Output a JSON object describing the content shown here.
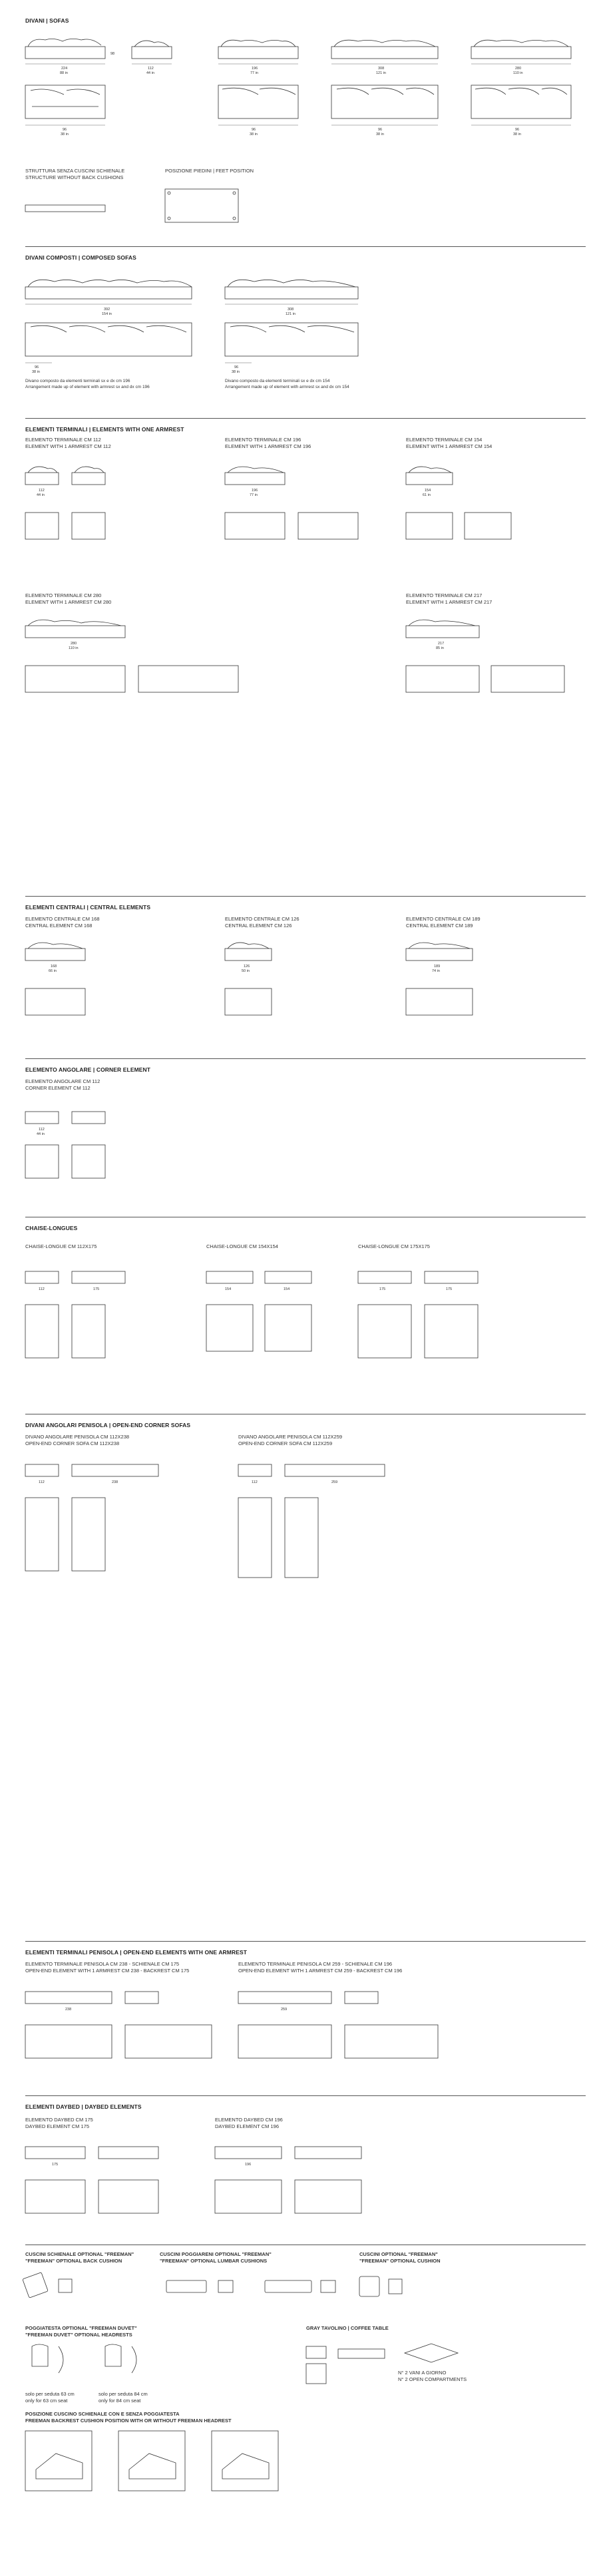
{
  "sections": [
    {
      "id": "sofas",
      "title": "DIVANI | SOFAS"
    },
    {
      "id": "composed",
      "title": "DIVANI COMPOSTI | COMPOSED SOFAS"
    },
    {
      "id": "terminal",
      "title": "ELEMENTI TERMINALI | ELEMENTS WITH ONE ARMREST"
    },
    {
      "id": "central",
      "title": "ELEMENTI CENTRALI | CENTRAL ELEMENTS"
    },
    {
      "id": "corner",
      "title": "ELEMENTO ANGOLARE | CORNER ELEMENT"
    },
    {
      "id": "chaise",
      "title": "CHAISE-LONGUES"
    },
    {
      "id": "openend",
      "title": "DIVANI ANGOLARI PENISOLA | OPEN-END CORNER SOFAS"
    },
    {
      "id": "terminal_pen",
      "title": "ELEMENTI TERMINALI PENISOLA | OPEN-END ELEMENTS WITH ONE ARMREST"
    },
    {
      "id": "daybed",
      "title": "ELEMENTI DAYBED | DAYBED ELEMENTS"
    }
  ],
  "sofas": {
    "structure_note": [
      "STRUTTURA SENZA CUSCINI SCHIENALE",
      "STRUCTURE WITHOUT BACK CUSHIONS"
    ],
    "feet_note": "POSIZIONE PIEDINI | FEET POSITION",
    "items": [
      {
        "w": "224",
        "w_in": "88 in",
        "h": "98",
        "d": "96",
        "d_in": "38 in"
      },
      {
        "w": "112",
        "w_in": "44 in"
      },
      {
        "w": "196",
        "w_in": "77 in",
        "d": "96",
        "d_in": "38 in"
      },
      {
        "w": "308",
        "w_in": "121 in",
        "d": "96",
        "d_in": "38 in"
      },
      {
        "w": "280",
        "w_in": "110 in",
        "d": "96",
        "d_in": "38 in"
      }
    ]
  },
  "composed": {
    "items": [
      {
        "w": "392",
        "w_in": "154 in",
        "d": "96",
        "d_in": "38 in",
        "note": [
          "Divano composto da elementi terminali sx e dx cm 196",
          "Arrangement made up of element with armrest sx and dx cm 196"
        ]
      },
      {
        "w": "308",
        "w_in": "121 in",
        "d": "96",
        "d_in": "38 in",
        "note": [
          "Divano composto da elementi terminali sx e dx cm 154",
          "Arrangement made up of element with armrest sx and dx cm 154"
        ]
      }
    ]
  },
  "terminal": {
    "items": [
      {
        "it": "ELEMENTO TERMINALE CM 112",
        "en": "ELEMENT WITH 1 ARMREST CM 112",
        "w": "112",
        "w_in": "44 in"
      },
      {
        "it": "ELEMENTO TERMINALE CM 196",
        "en": "ELEMENT WITH 1 ARMREST CM 196",
        "w": "196",
        "w_in": "77 in"
      },
      {
        "it": "ELEMENTO TERMINALE CM 154",
        "en": "ELEMENT WITH 1 ARMREST CM 154",
        "w": "154",
        "w_in": "61 in"
      },
      {
        "it": "ELEMENTO TERMINALE CM 280",
        "en": "ELEMENT WITH 1 ARMREST CM 280",
        "w": "280",
        "w_in": "110 in"
      },
      {
        "it": "ELEMENTO TERMINALE CM 217",
        "en": "ELEMENT WITH 1 ARMREST CM 217",
        "w": "217",
        "w_in": "85 in"
      }
    ]
  },
  "central": {
    "items": [
      {
        "it": "ELEMENTO CENTRALE CM 168",
        "en": "CENTRAL ELEMENT CM 168",
        "w": "168",
        "w_in": "66 in"
      },
      {
        "it": "ELEMENTO CENTRALE CM 126",
        "en": "CENTRAL ELEMENT CM 126",
        "w": "126",
        "w_in": "50 in"
      },
      {
        "it": "ELEMENTO CENTRALE CM 189",
        "en": "CENTRAL ELEMENT CM 189",
        "w": "189",
        "w_in": "74 in"
      }
    ]
  },
  "corner": {
    "item": {
      "it": "ELEMENTO ANGOLARE CM 112",
      "en": "CORNER ELEMENT CM 112",
      "w": "112",
      "w_in": "44 in"
    }
  },
  "chaise": {
    "items": [
      {
        "label": "CHAISE-LONGUE CM 112X175",
        "w": "112",
        "d": "175"
      },
      {
        "label": "CHAISE-LONGUE CM 154X154",
        "w": "154",
        "d": "154"
      },
      {
        "label": "CHAISE-LONGUE CM 175X175",
        "w": "175",
        "d": "175"
      }
    ]
  },
  "openend": {
    "items": [
      {
        "it": "DIVANO ANGOLARE PENISOLA CM 112X238",
        "en": "OPEN-END CORNER SOFA CM 112X238",
        "w": "238",
        "d": "112"
      },
      {
        "it": "DIVANO ANGOLARE PENISOLA CM 112X259",
        "en": "OPEN-END CORNER SOFA CM 112X259",
        "w": "259",
        "d": "112"
      }
    ]
  },
  "terminal_pen": {
    "items": [
      {
        "it": "ELEMENTO TERMINALE PENISOLA CM 238 - SCHIENALE CM 175",
        "en": "OPEN-END ELEMENT WITH 1 ARMREST CM 238 - BACKREST CM 175",
        "w": "238"
      },
      {
        "it": "ELEMENTO TERMINALE PENISOLA CM 259 - SCHIENALE CM 196",
        "en": "OPEN-END ELEMENT WITH 1 ARMREST CM 259 - BACKREST CM 196",
        "w": "259"
      }
    ]
  },
  "daybed": {
    "items": [
      {
        "it": "ELEMENTO DAYBED CM 175",
        "en": "DAYBED ELEMENT CM 175",
        "w": "175"
      },
      {
        "it": "ELEMENTO DAYBED CM 196",
        "en": "DAYBED ELEMENT CM 196",
        "w": "196"
      }
    ]
  },
  "accessories": {
    "back": [
      "CUSCINI SCHIENALE OPTIONAL \"FREEMAN\"",
      "\"FREEMAN\" OPTIONAL BACK CUSHION"
    ],
    "lumbar": [
      "CUSCINI POGGIARENI OPTIONAL \"FREEMAN\"",
      "\"FREEMAN\" OPTIONAL LUMBAR CUSHIONS"
    ],
    "optional": [
      "CUSCINI OPTIONAL \"FREEMAN\"",
      "\"FREEMAN\" OPTIONAL CUSHION"
    ],
    "headrest": [
      "POGGIATESTA OPTIONAL \"FREEMAN DUVET\"",
      "\"FREEMAN DUVET\" OPTIONAL HEADRESTS"
    ],
    "headrest_notes": [
      "solo per seduta 63 cm",
      "only for 63 cm seat",
      "solo per seduta 84 cm",
      "only for 84 cm seat"
    ],
    "table": [
      "GRAY TAVOLINO | COFFEE TABLE"
    ],
    "table_notes": [
      "N° 2 VANI A GIORNO",
      "N° 2 OPEN COMPARTMENTS"
    ],
    "position": [
      "POSIZIONE CUSCINO SCHIENALE CON E SENZA POGGIATESTA",
      "FREEMAN BACKREST CUSHION POSITION WITH OR WITHOUT FREEMAN HEADREST"
    ]
  }
}
